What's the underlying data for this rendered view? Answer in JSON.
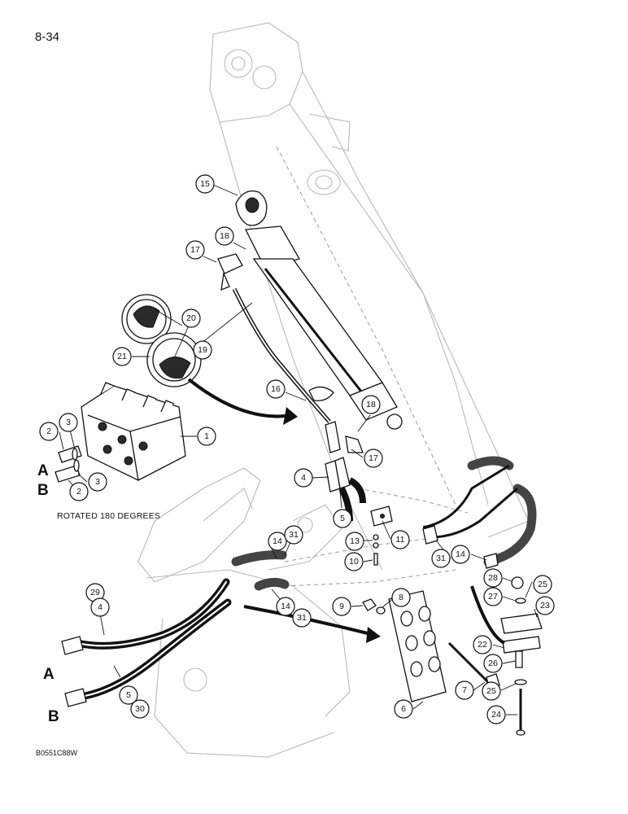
{
  "page_number": "8-34",
  "figure_code": "B0551C88W",
  "rotation_note": "ROTATED 180 DEGREES",
  "port_labels": {
    "a": "A",
    "b": "B"
  },
  "callouts": [
    {
      "key": "c15",
      "text": "15"
    },
    {
      "key": "c18a",
      "text": "18"
    },
    {
      "key": "c17a",
      "text": "17"
    },
    {
      "key": "c20",
      "text": "20"
    },
    {
      "key": "c19",
      "text": "19"
    },
    {
      "key": "c21",
      "text": "21"
    },
    {
      "key": "c16",
      "text": "16"
    },
    {
      "key": "c18b",
      "text": "18"
    },
    {
      "key": "c1",
      "text": "1"
    },
    {
      "key": "c2a",
      "text": "2"
    },
    {
      "key": "c3a",
      "text": "3"
    },
    {
      "key": "c3b",
      "text": "3"
    },
    {
      "key": "c2b",
      "text": "2"
    },
    {
      "key": "c17b",
      "text": "17"
    },
    {
      "key": "c4a",
      "text": "4"
    },
    {
      "key": "c5a",
      "text": "5"
    },
    {
      "key": "c11",
      "text": "11"
    },
    {
      "key": "c13",
      "text": "13"
    },
    {
      "key": "c10",
      "text": "10"
    },
    {
      "key": "c14a",
      "text": "14"
    },
    {
      "key": "c31a",
      "text": "31"
    },
    {
      "key": "c31b",
      "text": "31"
    },
    {
      "key": "c14b",
      "text": "14"
    },
    {
      "key": "c28",
      "text": "28"
    },
    {
      "key": "c25a",
      "text": "25"
    },
    {
      "key": "c27",
      "text": "27"
    },
    {
      "key": "c23",
      "text": "23"
    },
    {
      "key": "c29",
      "text": "29"
    },
    {
      "key": "c4b",
      "text": "4"
    },
    {
      "key": "c9",
      "text": "9"
    },
    {
      "key": "c8",
      "text": "8"
    },
    {
      "key": "c14c",
      "text": "14"
    },
    {
      "key": "c31c",
      "text": "31"
    },
    {
      "key": "c22",
      "text": "22"
    },
    {
      "key": "c26",
      "text": "26"
    },
    {
      "key": "c7",
      "text": "7"
    },
    {
      "key": "c25b",
      "text": "25"
    },
    {
      "key": "c5b",
      "text": "5"
    },
    {
      "key": "c30",
      "text": "30"
    },
    {
      "key": "c6",
      "text": "6"
    },
    {
      "key": "c24",
      "text": "24"
    }
  ]
}
